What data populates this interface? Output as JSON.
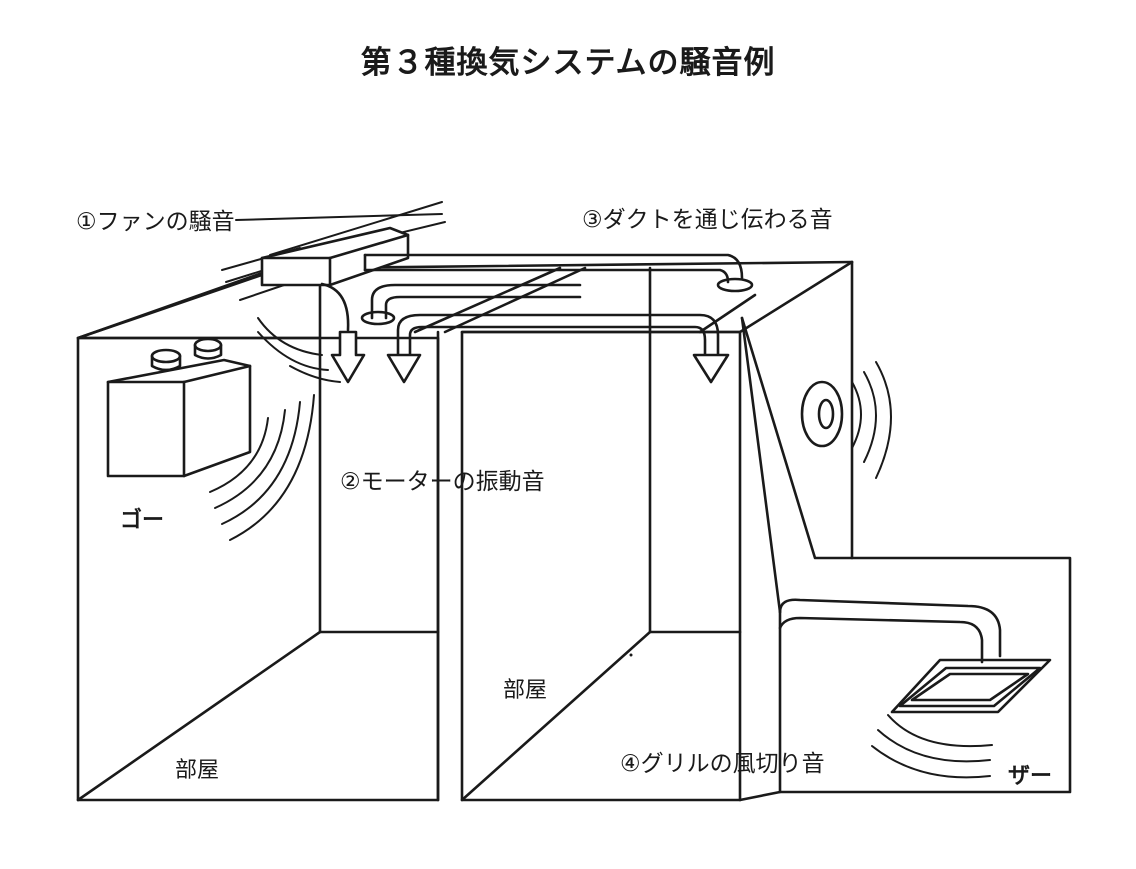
{
  "title": "第３種換気システムの騒音例",
  "labels": {
    "fan_noise": "①ファンの騒音",
    "motor_vibration": "②モーターの振動音",
    "duct_sound": "③ダクトを通じ伝わる音",
    "grille_wind": "④グリルの風切り音"
  },
  "sounds": {
    "go": "ゴー",
    "za": "ザー"
  },
  "rooms": {
    "left": "部屋",
    "right": "部屋"
  }
}
